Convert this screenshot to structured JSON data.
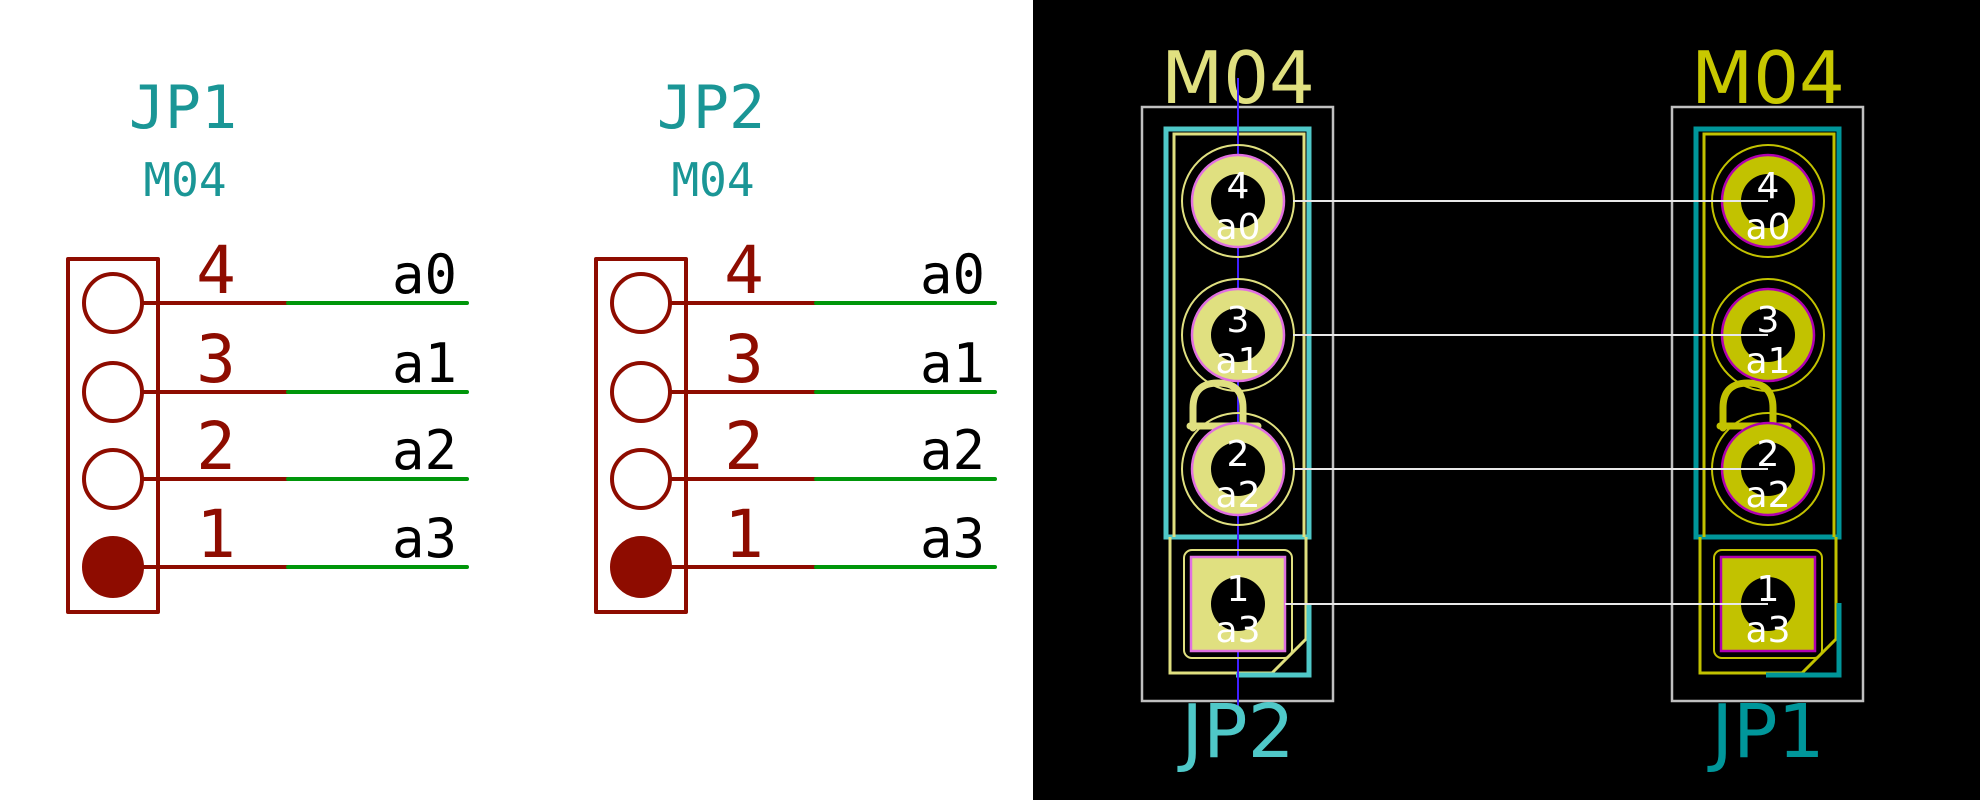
{
  "colors": {
    "schematic_bg": "#ffffff",
    "pcb_bg": "#000000",
    "ref_text": "#1a9696",
    "pin_body": "#8e0c00",
    "wire": "#00960a",
    "net_label": "#000000",
    "pcb_value_active": "#e0e080",
    "pcb_value_dim": "#c8c800",
    "pcb_ref_active": "#4fc8c8",
    "pcb_ref_dim": "#00969a",
    "pad_active": "#e0e080",
    "pad_dim": "#c2c200",
    "pad_edge_active": "#e070e0",
    "pad_edge_dim": "#b000b0",
    "courtyard": "#c0c0c0",
    "ratsnest": "#e8e8e8",
    "center_line": "#4020ff",
    "pad_text": "#ffffff"
  },
  "schematic": {
    "symbols": [
      {
        "reference": "JP1",
        "value": "M04",
        "pins": [
          {
            "number": "4",
            "net": "a0",
            "filled": false
          },
          {
            "number": "3",
            "net": "a1",
            "filled": false
          },
          {
            "number": "2",
            "net": "a2",
            "filled": false
          },
          {
            "number": "1",
            "net": "a3",
            "filled": true
          }
        ]
      },
      {
        "reference": "JP2",
        "value": "M04",
        "pins": [
          {
            "number": "4",
            "net": "a0",
            "filled": false
          },
          {
            "number": "3",
            "net": "a1",
            "filled": false
          },
          {
            "number": "2",
            "net": "a2",
            "filled": false
          },
          {
            "number": "1",
            "net": "a3",
            "filled": true
          }
        ]
      }
    ]
  },
  "pcb": {
    "footprints": [
      {
        "reference": "JP2",
        "value": "M04",
        "highlighted": true,
        "pads": [
          {
            "number": "4",
            "net": "a0",
            "shape": "circle"
          },
          {
            "number": "3",
            "net": "a1",
            "shape": "circle"
          },
          {
            "number": "2",
            "net": "a2",
            "shape": "circle"
          },
          {
            "number": "1",
            "net": "a3",
            "shape": "square"
          }
        ]
      },
      {
        "reference": "JP1",
        "value": "M04",
        "highlighted": false,
        "pads": [
          {
            "number": "4",
            "net": "a0",
            "shape": "circle"
          },
          {
            "number": "3",
            "net": "a1",
            "shape": "circle"
          },
          {
            "number": "2",
            "net": "a2",
            "shape": "circle"
          },
          {
            "number": "1",
            "net": "a3",
            "shape": "square"
          }
        ]
      }
    ],
    "ratsnest": [
      {
        "net": "a0",
        "from_pad": "4",
        "to_pad": "4"
      },
      {
        "net": "a1",
        "from_pad": "3",
        "to_pad": "3"
      },
      {
        "net": "a2",
        "from_pad": "2",
        "to_pad": "2"
      },
      {
        "net": "a3",
        "from_pad": "1",
        "to_pad": "1"
      }
    ]
  }
}
